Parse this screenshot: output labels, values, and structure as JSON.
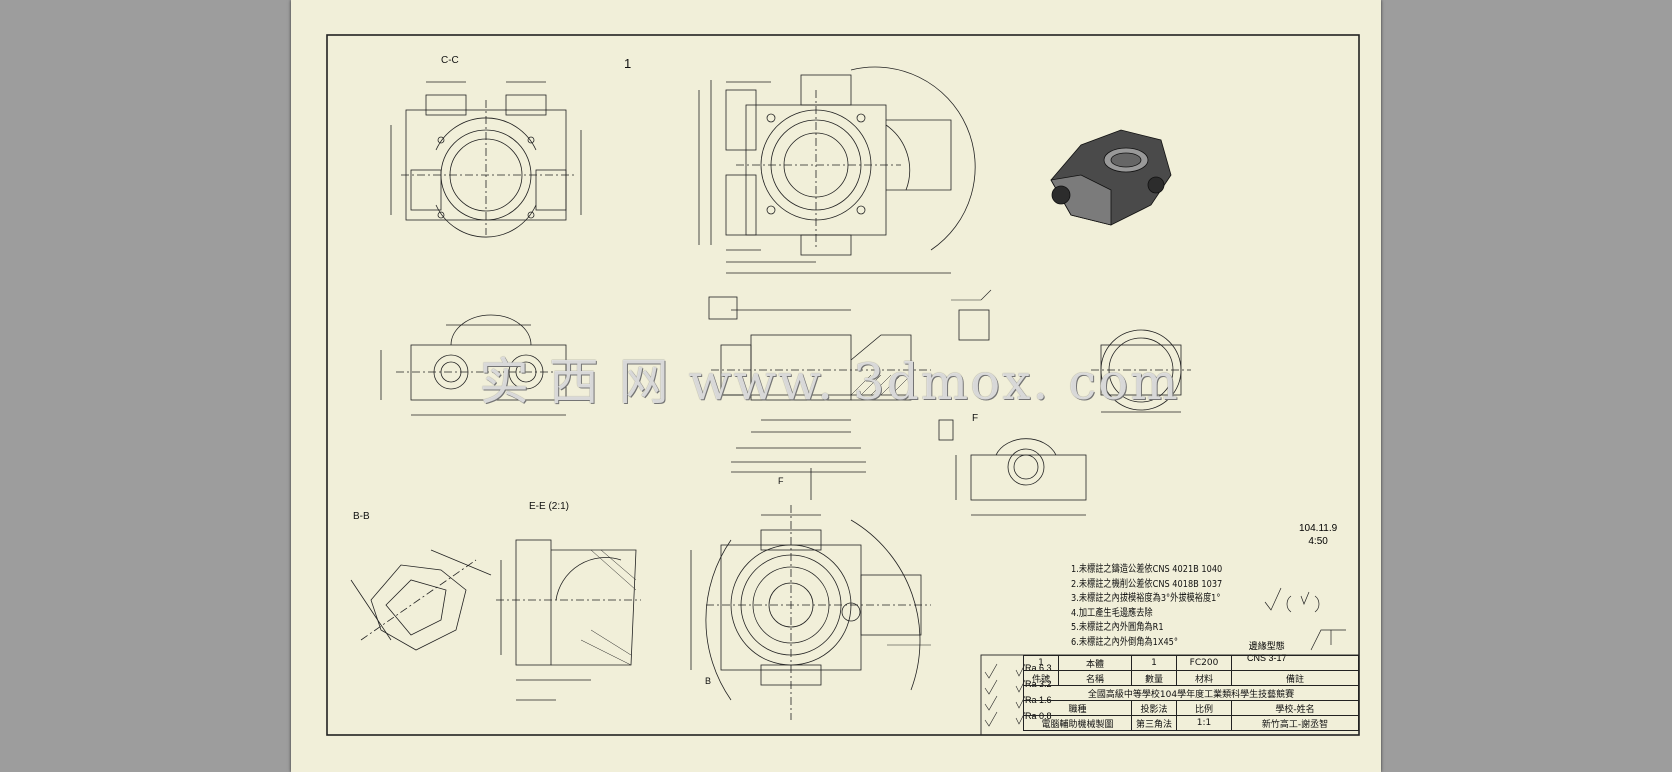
{
  "views": {
    "section_cc": "C-C",
    "sheet_number": "1",
    "section_bb": "B-B",
    "section_ee": "E-E (2:1)",
    "view_f": "F",
    "arrow_f": "F",
    "arrow_b": "B"
  },
  "notes": [
    "1.未標註之鑄造公差依CNS 4021B 1040",
    "2.未標註之機削公差依CNS 4018B 1037",
    "3.未標註之內拔模裕度為3°外拔模裕度1°",
    "4.加工產生毛邊應去除",
    "5.未標註之內外圓角為R1",
    "6.未標註之內外倒角為1X45°"
  ],
  "date": {
    "line1": "104.11.9",
    "line2": "4:50"
  },
  "weld_standard": {
    "line1": "邊緣型態",
    "line2": "CNS 3-17"
  },
  "title_block": {
    "row1": [
      "1",
      "本體",
      "1",
      "FC200",
      ""
    ],
    "row2": [
      "件號",
      "名稱",
      "數量",
      "材料",
      "備註"
    ],
    "competition": "全國高級中等學校104學年度工業類科學生技藝競賽",
    "row4": [
      "職種",
      "投影法",
      "比例",
      "學校-姓名"
    ],
    "row5": [
      "電腦輔助機械製圖",
      "第三角法",
      "1:1",
      "新竹高工-謝丞智"
    ]
  },
  "surface_symbols": [
    "Ra 6.3",
    "Ra 3.2",
    "Ra 1.6",
    "Ra 0.8"
  ],
  "watermark": "实 西 网 www. 3dmox. com"
}
